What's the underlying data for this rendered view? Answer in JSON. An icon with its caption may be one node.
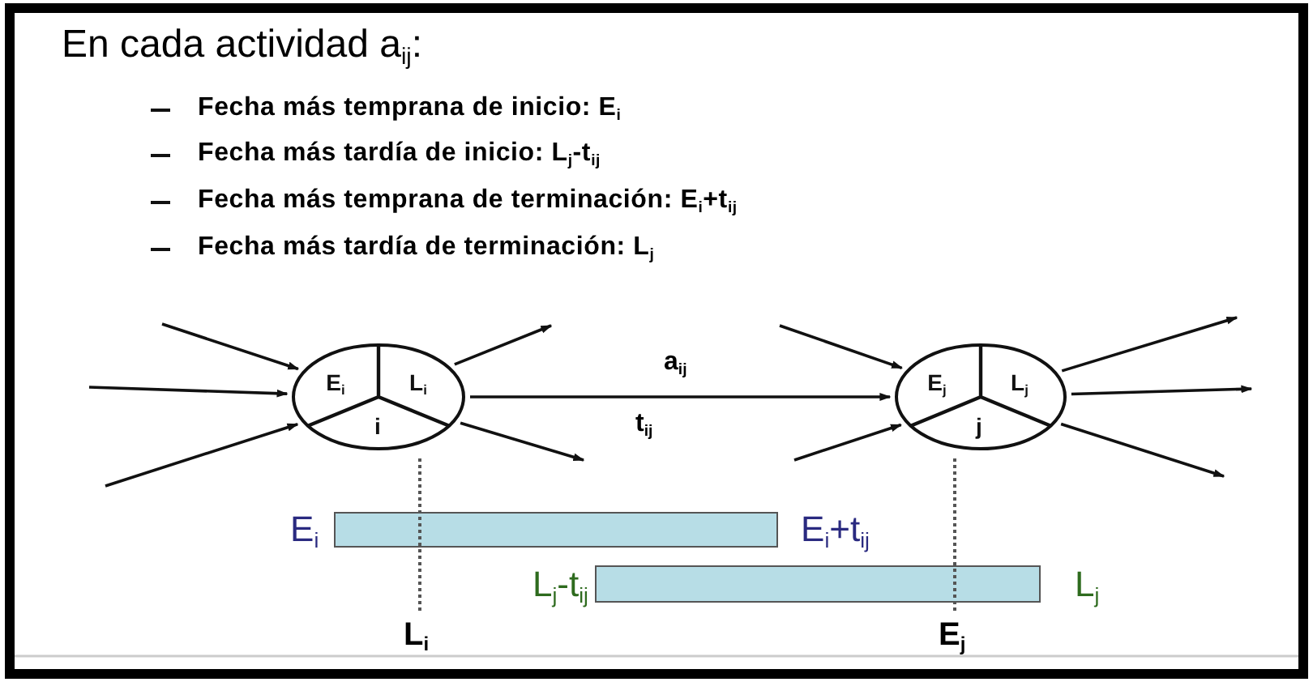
{
  "diagram": {
    "title": "En cada actividad a$_{ij}$:",
    "nodes": [
      {
        "text": [
          "E$_{i}$",
          "L$_{i}$",
          "i"
        ]
      },
      {
        "text": [
          "E$_{j}$",
          "L$_{j}$",
          "j"
        ]
      },
      {
        "text": [],
        "shape": "bar",
        "beside": [
          "E$_{i}$",
          "E$_{i}$+t$_{ij}$"
        ]
      },
      {
        "text": [],
        "shape": "bar",
        "beside": [
          "L$_{j}$-t$_{ij}$",
          "L$_{j}$"
        ]
      }
    ],
    "edges": [
      {
        "from": null,
        "to": 0,
        "arrow": "to"
      },
      {
        "from": null,
        "to": 0,
        "arrow": "to"
      },
      {
        "from": null,
        "to": 0,
        "arrow": "to"
      },
      {
        "from": 0,
        "to": null,
        "arrow": "to"
      },
      {
        "from": 0,
        "to": null,
        "arrow": "to"
      },
      {
        "from": 0,
        "to": 1,
        "arrow": "to",
        "label": "a$_{ij}$"
      },
      {
        "from": null,
        "to": 1,
        "arrow": "to"
      },
      {
        "from": null,
        "to": 1,
        "arrow": "to"
      },
      {
        "from": 1,
        "to": null,
        "arrow": "to"
      },
      {
        "from": 1,
        "to": null,
        "arrow": "to"
      },
      {
        "from": 1,
        "to": null,
        "arrow": "to"
      }
    ],
    "labels": [
      "Fecha más temprana de inicio: E$_{i}$",
      "Fecha más tardía de inicio: L$_{j}$-t$_{ij}$",
      "Fecha más temprana de terminación: E$_{i}$+t$_{ij}$",
      "Fecha más tardía de terminación: L$_{j}$",
      "t$_{ij}$",
      "L$_{i}$",
      "E$_{j}$"
    ]
  }
}
